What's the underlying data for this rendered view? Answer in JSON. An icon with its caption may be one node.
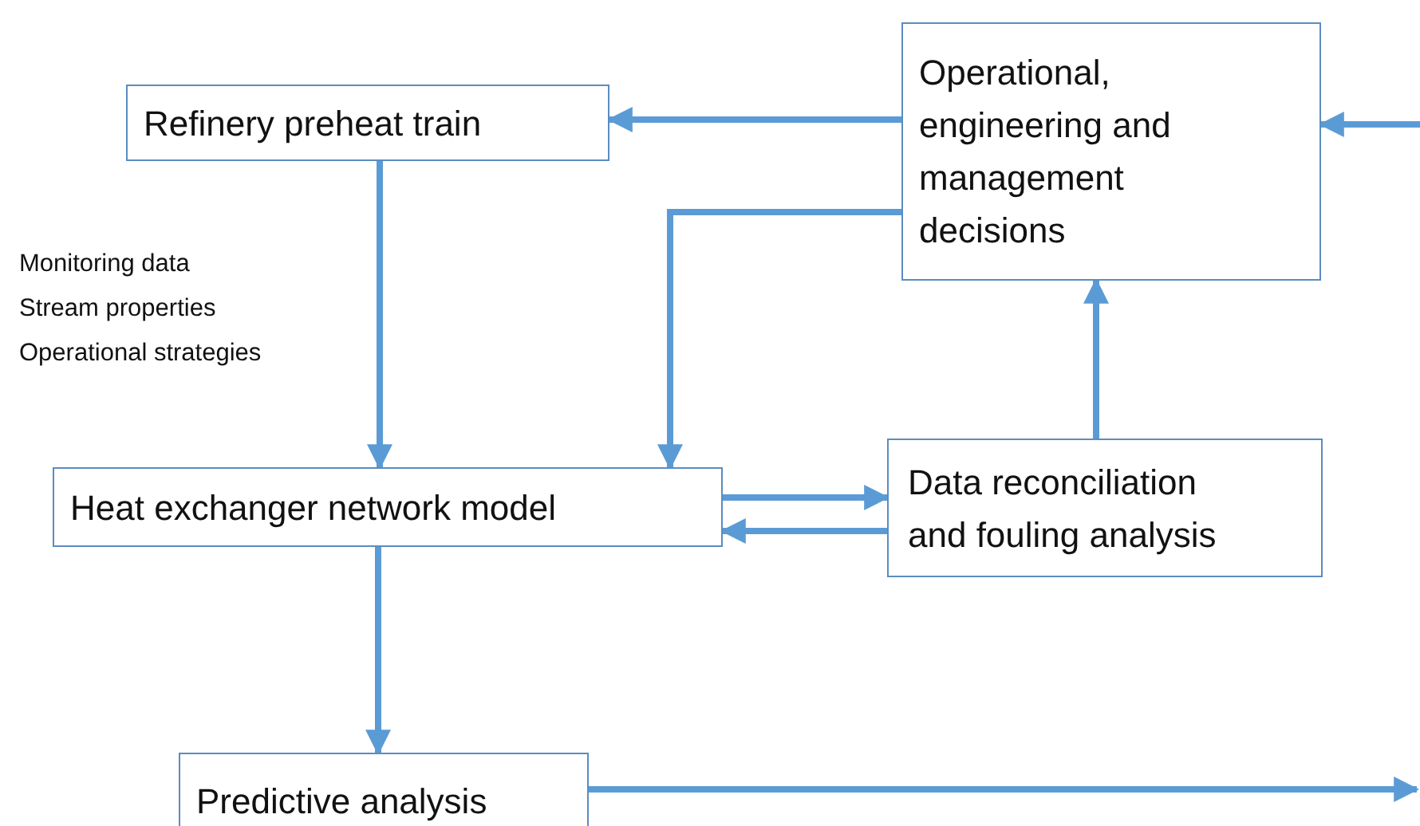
{
  "diagram": {
    "nodes": [
      {
        "text": [
          "Refinery preheat train"
        ]
      },
      {
        "text": [
          "Operational, engineering and management decisions"
        ]
      },
      {
        "text": [
          "Heat exchanger network model"
        ]
      },
      {
        "text": [
          "Data reconciliation and fouling analysis"
        ]
      },
      {
        "text": [
          "Predictive analysis"
        ]
      }
    ],
    "edges": [
      {
        "from": 1,
        "to": 0,
        "arrow": "to"
      },
      {
        "from": null,
        "to": 1,
        "arrow": "to"
      },
      {
        "from": 1,
        "to": 2,
        "arrow": "to"
      },
      {
        "from": 0,
        "to": 2,
        "arrow": "to"
      },
      {
        "from": 2,
        "to": 3,
        "arrow": "to"
      },
      {
        "from": 3,
        "to": 2,
        "arrow": "to"
      },
      {
        "from": 3,
        "to": 1,
        "arrow": "to"
      },
      {
        "from": 2,
        "to": 4,
        "arrow": "to"
      },
      {
        "from": 4,
        "to": null,
        "arrow": "to"
      }
    ],
    "labels": [
      "Monitoring data",
      "Stream properties",
      "Operational strategies"
    ]
  }
}
